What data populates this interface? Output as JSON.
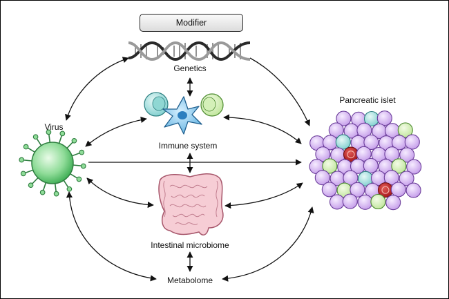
{
  "modifier": {
    "label": "Modifier"
  },
  "nodes": {
    "genetics": "Genetics",
    "immune_system": "Immune system",
    "virus": "Virus",
    "pancreatic_islet": "Pancreatic islet",
    "intestinal_microbiome": "Intestinal microbiome",
    "metabolome": "Metabolome"
  },
  "icons": {
    "dna": "dna-helix-icon",
    "immune_cells": "immune-cells-icon",
    "virus": "virus-icon",
    "islet": "pancreatic-islet-icon",
    "intestine": "intestine-icon"
  },
  "colors": {
    "virus_fill": "#7dd68a",
    "cell_purple": "#cba6ee",
    "cell_green": "#d6efb6",
    "cell_teal": "#9fdcdc",
    "cell_red": "#c0262a",
    "intestine": "#f4c7cf",
    "dendritic_cell": "#7ec3e8"
  }
}
